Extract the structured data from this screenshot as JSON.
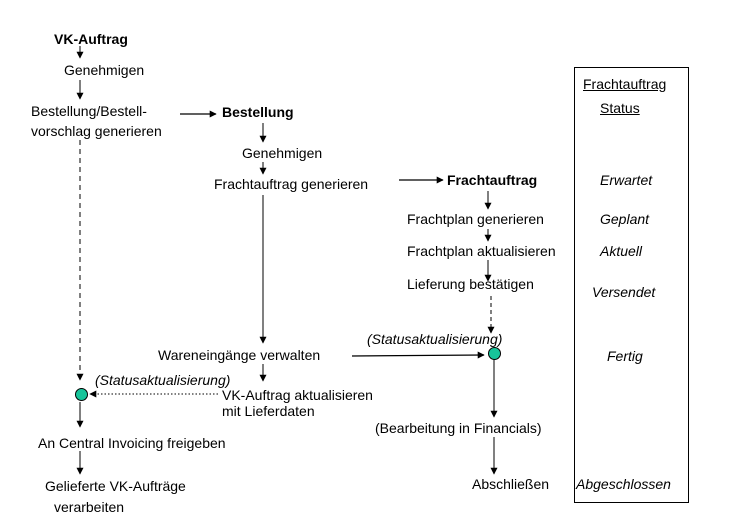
{
  "colors": {
    "node_fill": "#17c49a",
    "line": "#000000",
    "background": "#ffffff"
  },
  "col1": {
    "vk_auftrag": "VK-Auftrag",
    "genehmigen": "Genehmigen",
    "bestellung_generieren_1": "Bestellung/Bestell-",
    "bestellung_generieren_2": "vorschlag generieren",
    "statusaktualisierung": "(Statusaktualisierung)",
    "freigeben": "An Central Invoicing freigeben",
    "verarbeiten_1": "Gelieferte VK-Aufträge",
    "verarbeiten_2": "verarbeiten"
  },
  "col2": {
    "bestellung": "Bestellung",
    "genehmigen": "Genehmigen",
    "frachtauftrag_generieren": "Frachtauftrag generieren",
    "wareneingaenge": "Wareneingänge verwalten",
    "vk_aktualisieren_1": "VK-Auftrag aktualisieren",
    "vk_aktualisieren_2": "mit Lieferdaten"
  },
  "col3": {
    "frachtauftrag": "Frachtauftrag",
    "frachtplan_generieren": "Frachtplan generieren",
    "frachtplan_aktualisieren": "Frachtplan aktualisieren",
    "lieferung_bestaetigen": "Lieferung bestätigen",
    "statusaktualisierung": "(Statusaktualisierung)",
    "bearbeitung": "(Bearbeitung in Financials)",
    "abschliessen": "Abschließen"
  },
  "status_panel": {
    "header_1": "Frachtauftrag",
    "header_2": "Status",
    "erwartet": "Erwartet",
    "geplant": "Geplant",
    "aktuell": "Aktuell",
    "versendet": "Versendet",
    "fertig": "Fertig",
    "abgeschlossen": "Abgeschlossen"
  }
}
